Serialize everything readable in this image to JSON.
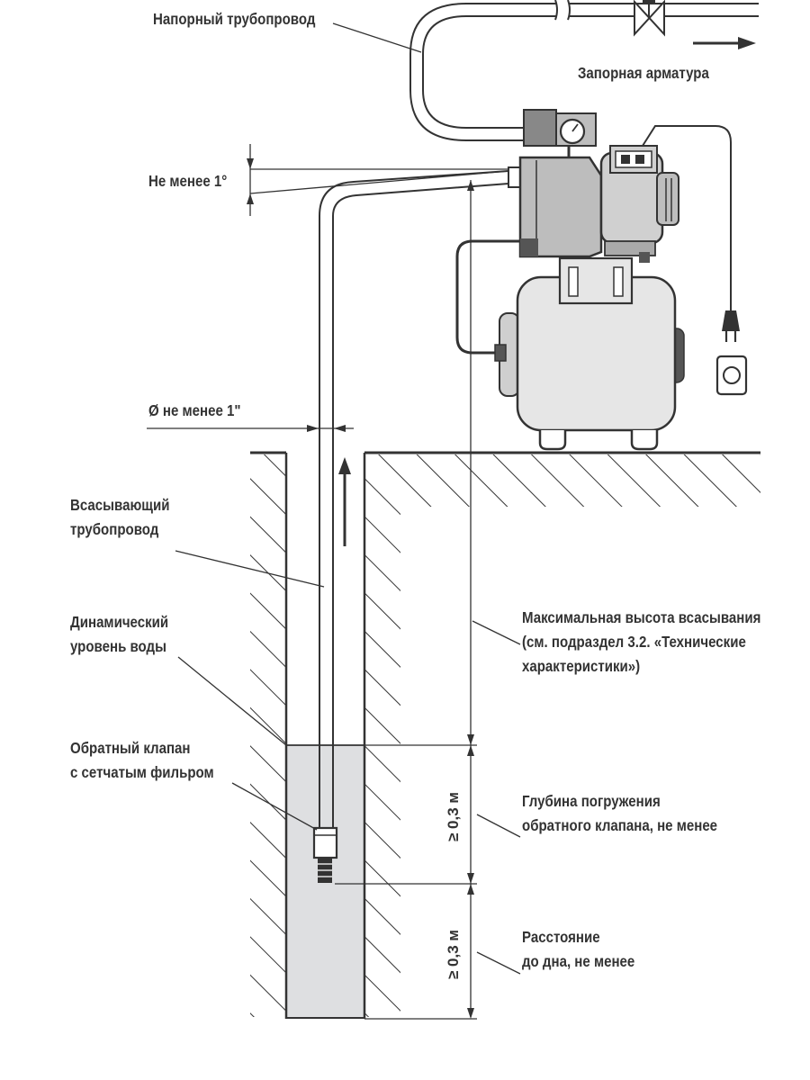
{
  "labels": {
    "discharge_pipe": "Напорный трубопровод",
    "shutoff_valve": "Запорная арматура",
    "slope": "Не менее 1°",
    "diameter": "Ø не менее 1\"",
    "suction_pipe": [
      "Всасывающий",
      "трубопровод"
    ],
    "dynamic_level": [
      "Динамический",
      "уровень воды"
    ],
    "check_valve": [
      "Обратный клапан",
      "с сетчатым фильром"
    ],
    "max_suction": [
      "Максимальная высота всасывания",
      "(см. подраздел 3.2. «Технические",
      "характеристики»)"
    ],
    "immersion_depth": [
      "Глубина погружения",
      "обратного клапана, не менее"
    ],
    "bottom_distance": [
      "Расстояние",
      "до дна, не менее"
    ],
    "dim_upper": "≥ 0,3 м",
    "dim_lower": "≥ 0,3 м"
  },
  "colors": {
    "line": "#333333",
    "water": "#dedfe1",
    "tank": "#e6e6e6",
    "pump": "#bdbdbd",
    "motor": "#d0d0d0"
  },
  "icons": [
    "pump-icon",
    "pressure-tank-icon",
    "motor-icon",
    "pressure-gauge-icon",
    "valve-icon",
    "plug-icon",
    "socket-icon",
    "flow-arrow-icon"
  ]
}
